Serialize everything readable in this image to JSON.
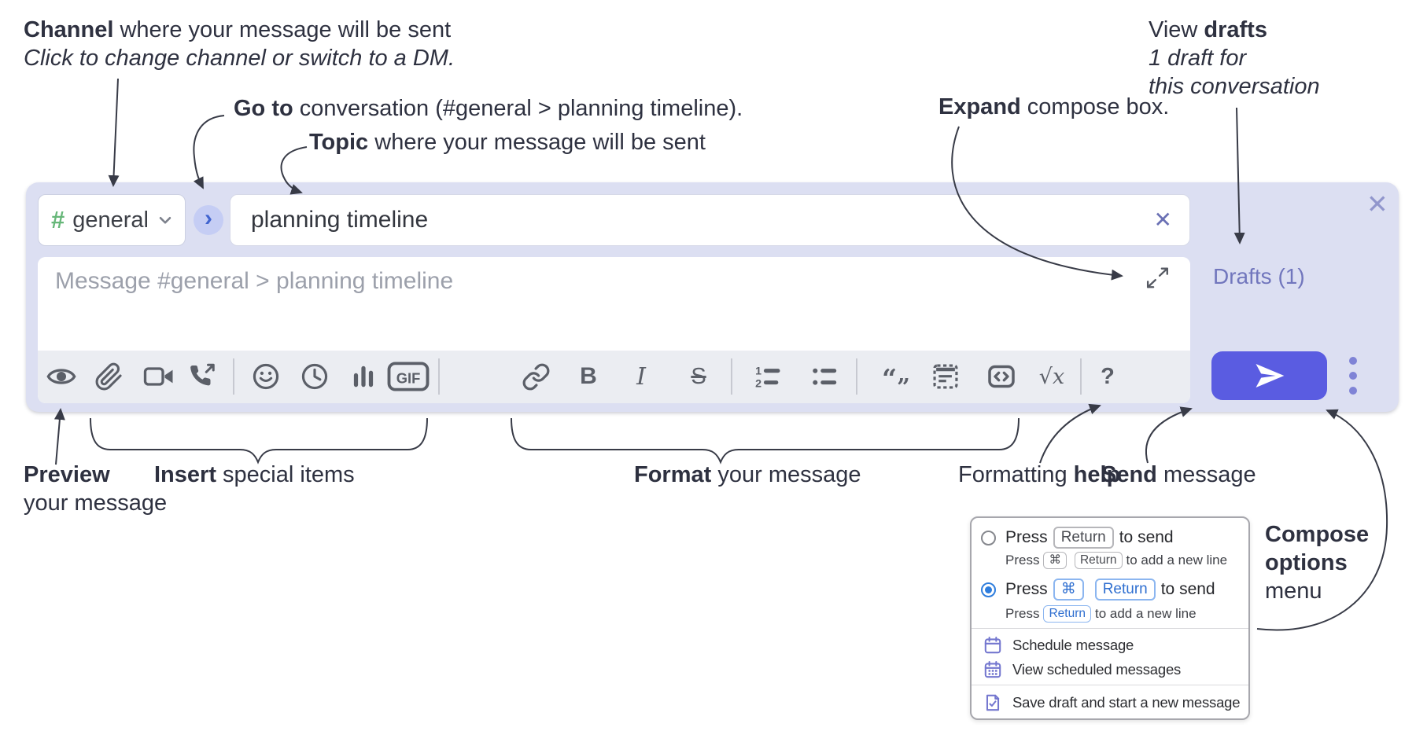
{
  "annotations": {
    "channel_line1_bold": "Channel",
    "channel_line1_rest": " where your message will be sent",
    "channel_line2": "Click to change channel or switch to a DM.",
    "goto_bold": "Go to",
    "goto_rest": " conversation (#general > planning timeline).",
    "topic_bold": "Topic",
    "topic_rest": " where your message will be sent",
    "expand_bold": "Expand",
    "expand_rest": " compose box.",
    "drafts_line1_regular": "View ",
    "drafts_line1_bold": "drafts",
    "drafts_line2": "1 draft for",
    "drafts_line3": "this conversation",
    "preview_bold": "Preview",
    "preview_line2": "your message",
    "insert_bold": "Insert",
    "insert_rest": " special items",
    "format_bold": "Format",
    "format_rest": " your message",
    "help_regular": "Formatting ",
    "help_bold": "help",
    "send_bold": "Send",
    "send_rest": " message",
    "compose_options_line1": "Compose",
    "compose_options_line2": "options",
    "compose_options_line3": "menu"
  },
  "compose": {
    "channel_hash": "#",
    "channel_name": "general",
    "goto_chevron": "›",
    "topic_value": "planning timeline",
    "topic_clear": "✕",
    "close": "✕",
    "message_placeholder": "Message #general > planning timeline",
    "drafts_link": "Drafts (1)"
  },
  "toolbar": {
    "bold_glyph": "B",
    "italic_glyph": "I",
    "strike_glyph": "S",
    "gif_label": "GIF",
    "quote_open": "“",
    "quote_close": "”",
    "math_glyph": "√x",
    "help_glyph": "?",
    "icons": [
      "preview",
      "attach-file",
      "start-video-call",
      "start-voice-call",
      "add-emoji",
      "add-global-time",
      "add-poll",
      "add-gif",
      "link",
      "bold",
      "italic",
      "strikethrough",
      "numbered-list",
      "bulleted-list",
      "quote",
      "spoiler",
      "code",
      "math",
      "help"
    ]
  },
  "popup": {
    "opt1_press": "Press",
    "opt1_key": "Return",
    "opt1_suffix": "to send",
    "opt1_sub_press": "Press",
    "opt1_sub_key1": "⌘",
    "opt1_sub_key2": "Return",
    "opt1_sub_suffix": "to add a new line",
    "opt2_press": "Press",
    "opt2_key1": "⌘",
    "opt2_key2": "Return",
    "opt2_suffix": "to send",
    "opt2_sub_press": "Press",
    "opt2_sub_key": "Return",
    "opt2_sub_suffix": "to add a new line",
    "item_schedule": "Schedule message",
    "item_view_scheduled": "View scheduled messages",
    "item_save_draft": "Save draft and start a new message"
  },
  "colors": {
    "compose_bg": "#dcdff2",
    "send_button": "#5a5ce1",
    "accent_blue": "#2e7ddd",
    "drafts_link": "#7176bd",
    "channel_hash_green": "#67b779",
    "icon_gray": "#5b5f68",
    "annotation_text": "#2e3140",
    "menu_icon_purple": "#7477cf"
  }
}
